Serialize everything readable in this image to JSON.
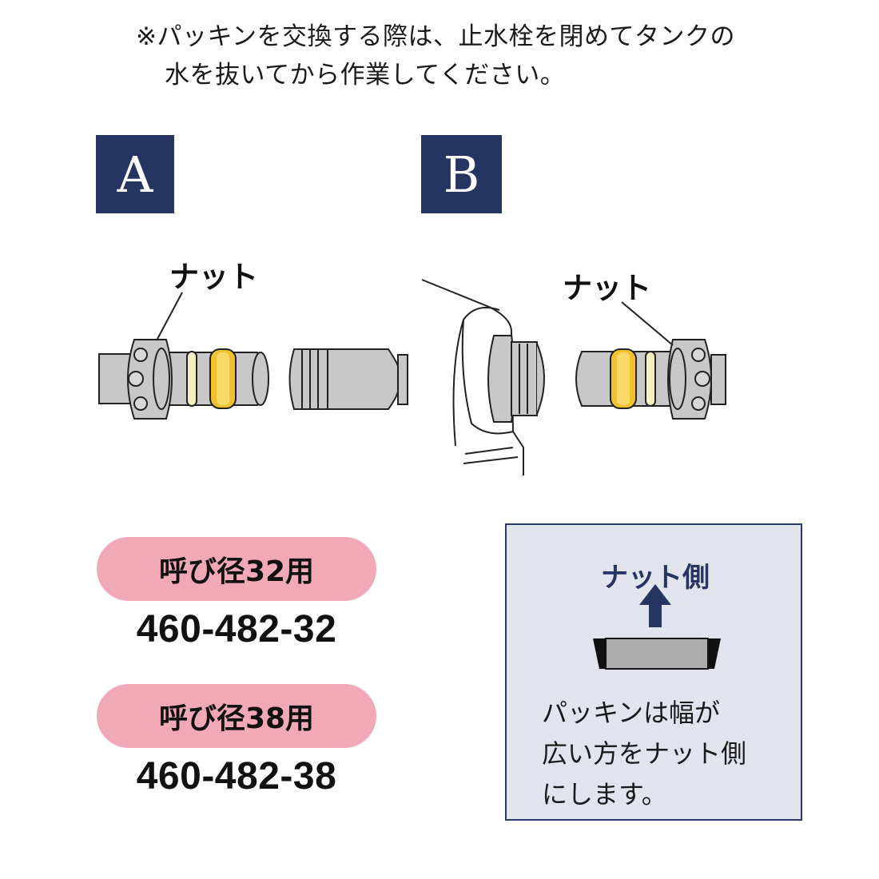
{
  "notice": {
    "line1": "※パッキンを交換する際は、止水栓を閉めてタンクの",
    "line2": "水を抜いてから作業してください。"
  },
  "diagrams": {
    "a": {
      "label": "A",
      "nut_label": "ナット"
    },
    "b": {
      "label": "B",
      "nut_label": "ナット"
    }
  },
  "products": [
    {
      "size_label": "呼び径32用",
      "code": "460-482-32"
    },
    {
      "size_label": "呼び径38用",
      "code": "460-482-38"
    }
  ],
  "packing_info": {
    "title": "ナット側",
    "text_lines": [
      "パッキンは幅が",
      "広い方をナット側",
      "にします。"
    ]
  },
  "colors": {
    "navy": "#253460",
    "pink": "#f2a9b7",
    "info_bg": "#e1e4ec",
    "pipe_gray": "#c8c8c8",
    "ring_gold": "#f0c12d",
    "ring_cream": "#f6efc2"
  }
}
